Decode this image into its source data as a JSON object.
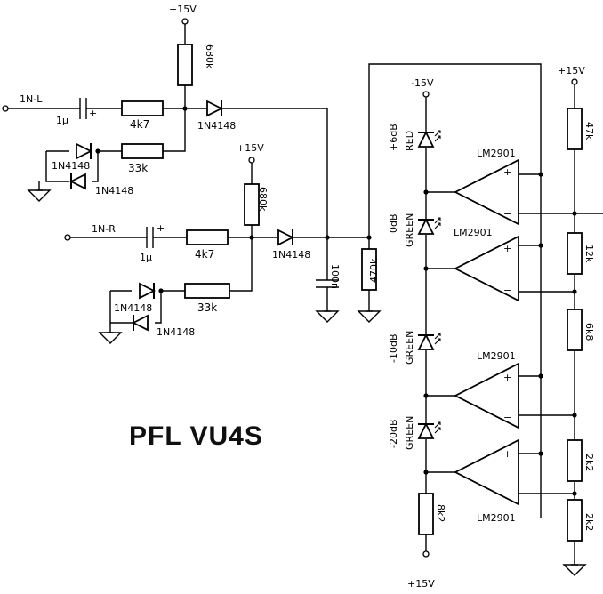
{
  "title": "PFL VU4S",
  "inputs": {
    "left": "1N-L",
    "right": "1N-R"
  },
  "supplies": {
    "pos": "+15V",
    "neg": "-15V"
  },
  "resistors": {
    "r680_top": "680k",
    "r680_mid": "680k",
    "r4k7_l": "4k7",
    "r4k7_r": "4k7",
    "r33k_l": "33k",
    "r33k_r": "33k",
    "r470k": "470k",
    "r47k": "47k",
    "r12k": "12k",
    "r6k8": "6k8",
    "r2k2_a": "2k2",
    "r2k2_b": "2k2",
    "r8k2": "8k2"
  },
  "capacitors": {
    "c_in_l": "1μ",
    "c_in_r": "1μ",
    "c_out": "100n"
  },
  "diodes": {
    "d1": "1N4148",
    "d2": "1N4148",
    "d3": "1N4148",
    "d4": "1N4148",
    "d5": "1N4148",
    "d6": "1N4148"
  },
  "leds": [
    {
      "level": "+6dB",
      "color": "RED"
    },
    {
      "level": "0dB",
      "color": "GREEN"
    },
    {
      "level": "-10dB",
      "color": "GREEN"
    },
    {
      "level": "-20dB",
      "color": "GREEN"
    }
  ],
  "comparators": {
    "u1": "LM2901",
    "u2": "LM2901",
    "u3": "LM2901",
    "u4": "LM2901"
  },
  "polarity": {
    "plus": "+",
    "minus": "−"
  }
}
